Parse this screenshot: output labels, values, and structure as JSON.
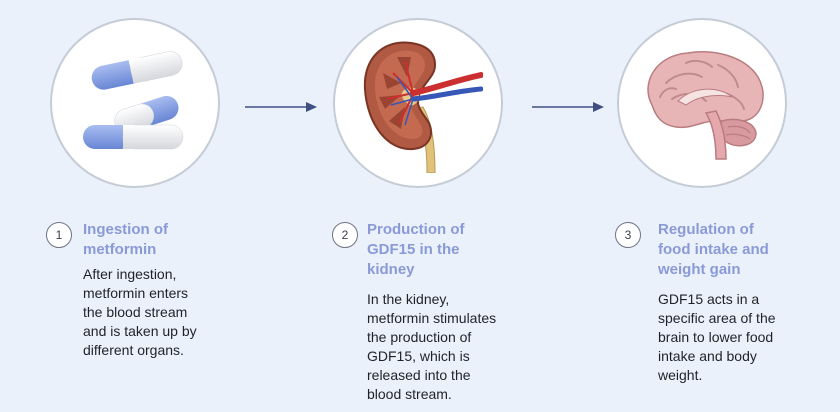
{
  "steps": [
    {
      "number": "1",
      "title_lines": [
        "Ingestion of",
        "metformin"
      ],
      "desc_lines": [
        "After ingestion,",
        "metformin enters",
        "the blood stream",
        "and is taken up by",
        "different organs."
      ],
      "icon": "pill-capsules-icon"
    },
    {
      "number": "2",
      "title_lines": [
        "Production of",
        "GDF15 in the",
        "kidney"
      ],
      "desc_lines": [
        "In the kidney,",
        "metformin stimulates",
        "the production of",
        "GDF15, which is",
        "released into the",
        "blood stream."
      ],
      "icon": "kidney-icon"
    },
    {
      "number": "3",
      "title_lines": [
        "Regulation of",
        "food intake and",
        "weight gain"
      ],
      "desc_lines": [
        "GDF15 acts in a",
        "specific area of the",
        "brain to lower food",
        "intake and body",
        "weight."
      ],
      "icon": "brain-icon"
    }
  ],
  "colors": {
    "background": "#eaf1fb",
    "title": "#8a9ad6",
    "arrow": "#3f4f82",
    "capsule_blue": "#7e9be0",
    "kidney": "#a6503b",
    "brain": "#e2aeb1"
  }
}
